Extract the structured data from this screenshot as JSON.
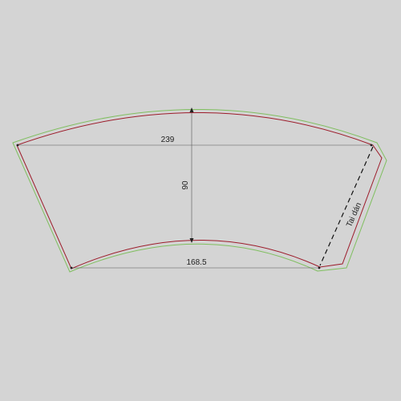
{
  "dimensions": {
    "top_width": "239",
    "height": "90",
    "bottom_width": "168.5"
  },
  "tab_label": "Tai dán",
  "colors": {
    "background": "#d4d4d4",
    "cut_line": "#9c1b2a",
    "bleed_line": "#7fbf5f",
    "dimension_line": "#555555",
    "fold_line": "#111111"
  }
}
